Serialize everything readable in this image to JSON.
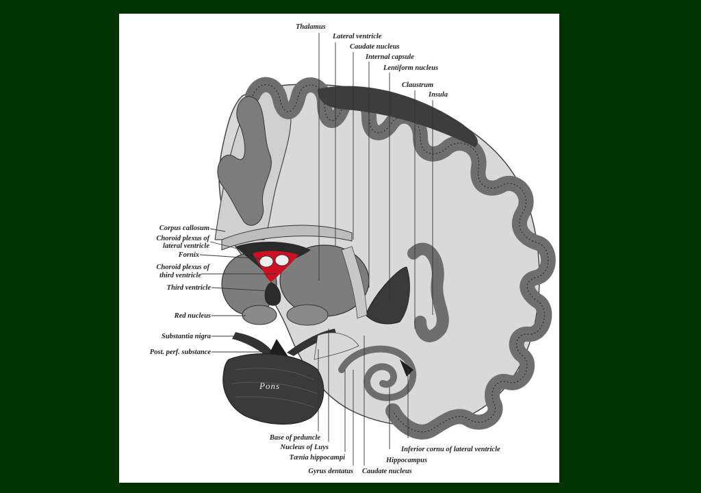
{
  "labels": {
    "thalamus": "Thalamus",
    "lateral_ventricle": "Lateral ventricle",
    "caudate_nucleus_top": "Caudate nucleus",
    "internal_capsule": "Internal capsule",
    "lentiform_nucleus": "Lentiform nucleus",
    "claustrum": "Claustrum",
    "insula": "Insula",
    "corpus_callosum": "Corpus callosum",
    "choroid_plexus_lateral_1": "Choroid plexus of",
    "choroid_plexus_lateral_2": "lateral ventricle",
    "fornix": "Fornix",
    "choroid_plexus_third_1": "Choroid plexus of",
    "choroid_plexus_third_2": "third ventricle",
    "third_ventricle": "Third ventricle",
    "red_nucleus": "Red nucleus",
    "substantia_nigra": "Substantia nigra",
    "post_perf_substance": "Post. perf. substance",
    "pons": "Pons",
    "base_of_peduncle": "Base of peduncle",
    "nucleus_of_luys": "Nucleus of Luys",
    "taenia_hippocampi": "Tænia hippocampi",
    "gyrus_dentatus": "Gyrus dentatus",
    "caudate_nucleus_bottom": "Caudate nucleus",
    "inferior_cornu": "Inferior cornu of lateral ventricle",
    "hippocampus": "Hippocampus"
  },
  "colors": {
    "background": "#003300",
    "panel": "#ffffff",
    "white_matter": "#d9d9d9",
    "grey_matter": "#7a7a7a",
    "dark_tissue": "#3a3a3a",
    "choroid_plexus": "#cc1122"
  }
}
